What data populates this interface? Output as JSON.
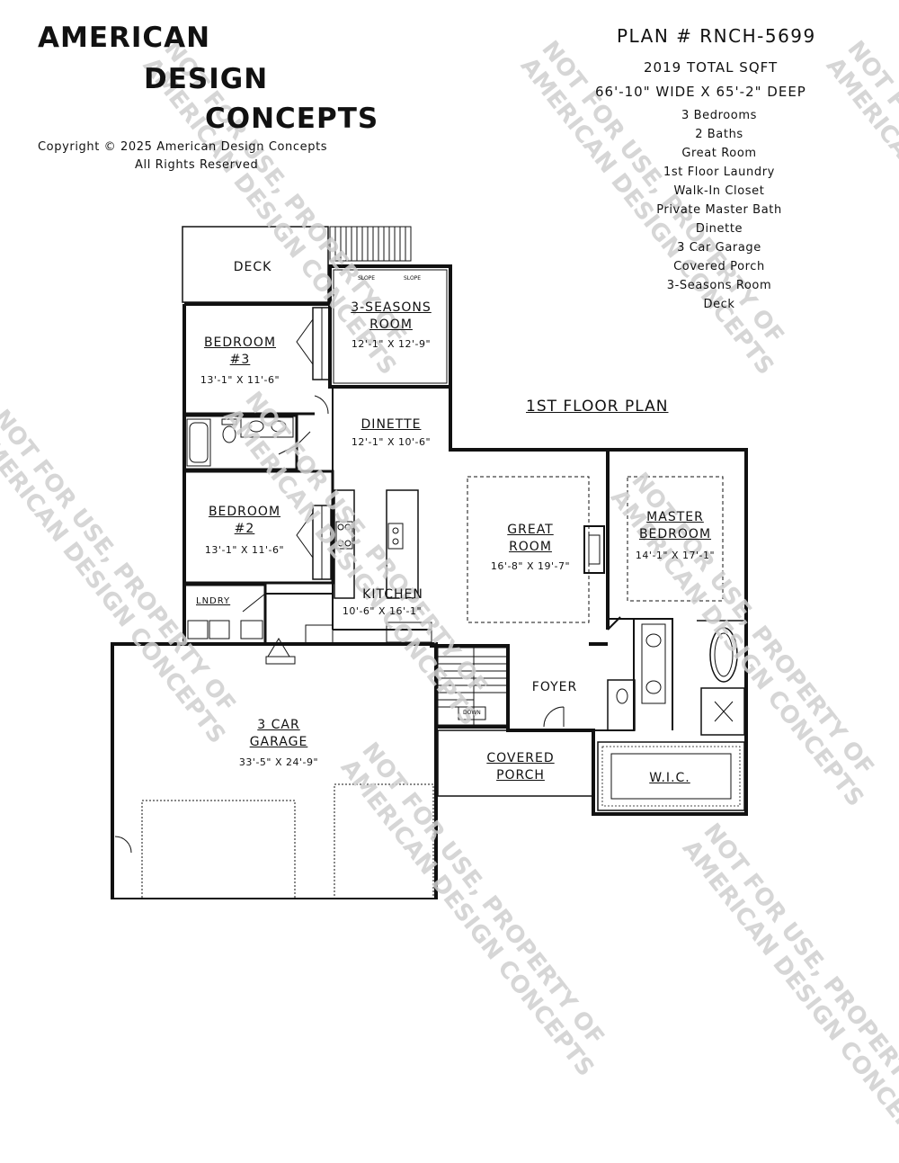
{
  "brand": {
    "line1": "AMERICAN",
    "line2": "DESIGN",
    "line3": "CONCEPTS",
    "copyright": "Copyright © 2025 American Design Concepts",
    "rights": "All Rights Reserved"
  },
  "plan": {
    "number": "PLAN # RNCH-5699",
    "sqft": "2019 TOTAL SQFT",
    "size": "66'-10\" WIDE X 65'-2\" DEEP",
    "features": [
      "3 Bedrooms",
      "2 Baths",
      "Great Room",
      "1st Floor Laundry",
      "Walk-In Closet",
      "Private Master Bath",
      "Dinette",
      "3 Car Garage",
      "Covered Porch",
      "3-Seasons Room",
      "Deck"
    ],
    "floor_title": "1ST FLOOR PLAN"
  },
  "rooms": {
    "deck": "DECK",
    "seasons_l1": "3-SEASONS",
    "seasons_l2": "ROOM",
    "seasons_dim": "12'-1\" X 12'-9\"",
    "slope_a": "SLOPE",
    "slope_b": "SLOPE",
    "bed3_l1": "BEDROOM",
    "bed3_l2": "#3",
    "bed3_dim": "13'-1\" X 11'-6\"",
    "dinette": "DINETTE",
    "dinette_dim": "12'-1\" X 10'-6\"",
    "bed2_l1": "BEDROOM",
    "bed2_l2": "#2",
    "bed2_dim": "13'-1\" X 11'-6\"",
    "great_l1": "GREAT",
    "great_l2": "ROOM",
    "great_dim": "16'-8\" X 19'-7\"",
    "master_l1": "MASTER",
    "master_l2": "BEDROOM",
    "master_dim": "14'-1\" X 17'-1\"",
    "laundry": "LNDRY",
    "kitchen": "KITCHEN",
    "kitchen_dim": "10'-6\" X 16'-1\"",
    "garage_l1": "3 CAR",
    "garage_l2": "GARAGE",
    "garage_dim": "33'-5\" X 24'-9\"",
    "foyer": "FOYER",
    "porch_l1": "COVERED",
    "porch_l2": "PORCH",
    "wic": "W.I.C.",
    "stairs": "DOWN"
  },
  "watermark": {
    "line1": "NOT FOR USE, PROPERTY OF",
    "line2": "AMERICAN DESIGN CONCEPTS"
  }
}
